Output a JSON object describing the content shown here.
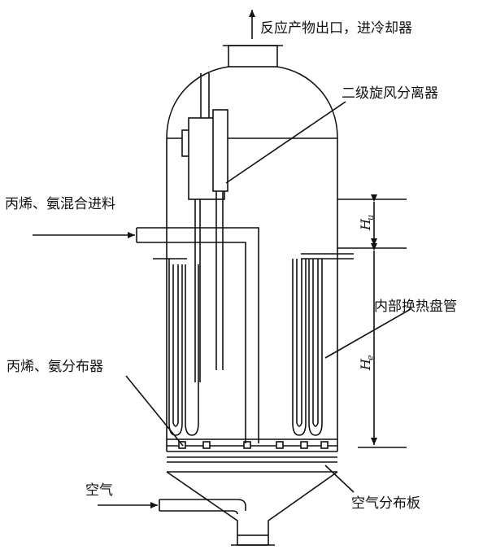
{
  "labels": {
    "outlet": "反应产物出口，进冷却器",
    "cyclone": "二级旋风分离器",
    "feed": "丙烯、氨混合进料",
    "coil": "内部换热盘管",
    "distributor": "丙烯、氨分布器",
    "air": "空气",
    "air_plate": "空气分布板"
  },
  "dimensions": {
    "hu_main": "H",
    "hu_sub": "u",
    "he_main": "H",
    "he_sub": "e"
  }
}
